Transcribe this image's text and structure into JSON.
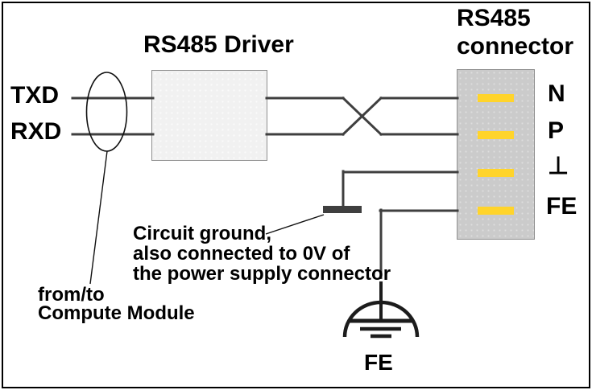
{
  "diagram": {
    "title": "RS485 Driver",
    "connector_title_line1": "RS485",
    "connector_title_line2": "connector",
    "signals": {
      "txd": "TXD",
      "rxd": "RXD"
    },
    "pins": [
      "N",
      "P",
      "⊥",
      "FE"
    ],
    "earth_symbol_label": "FE",
    "ground_note": {
      "line1": "Circuit ground,",
      "line2": "also connected to 0V of",
      "line3": "the power supply connector"
    },
    "module_note": {
      "line1": "from/to",
      "line2": "Compute Module"
    },
    "colors": {
      "pin_yellow": "#FFD42B",
      "wire_gray": "#3F3F3F",
      "connector_fill": "#CBCBCB",
      "driver_fill": "#F1F1F1",
      "text": "#000000",
      "border": "#000000"
    }
  }
}
